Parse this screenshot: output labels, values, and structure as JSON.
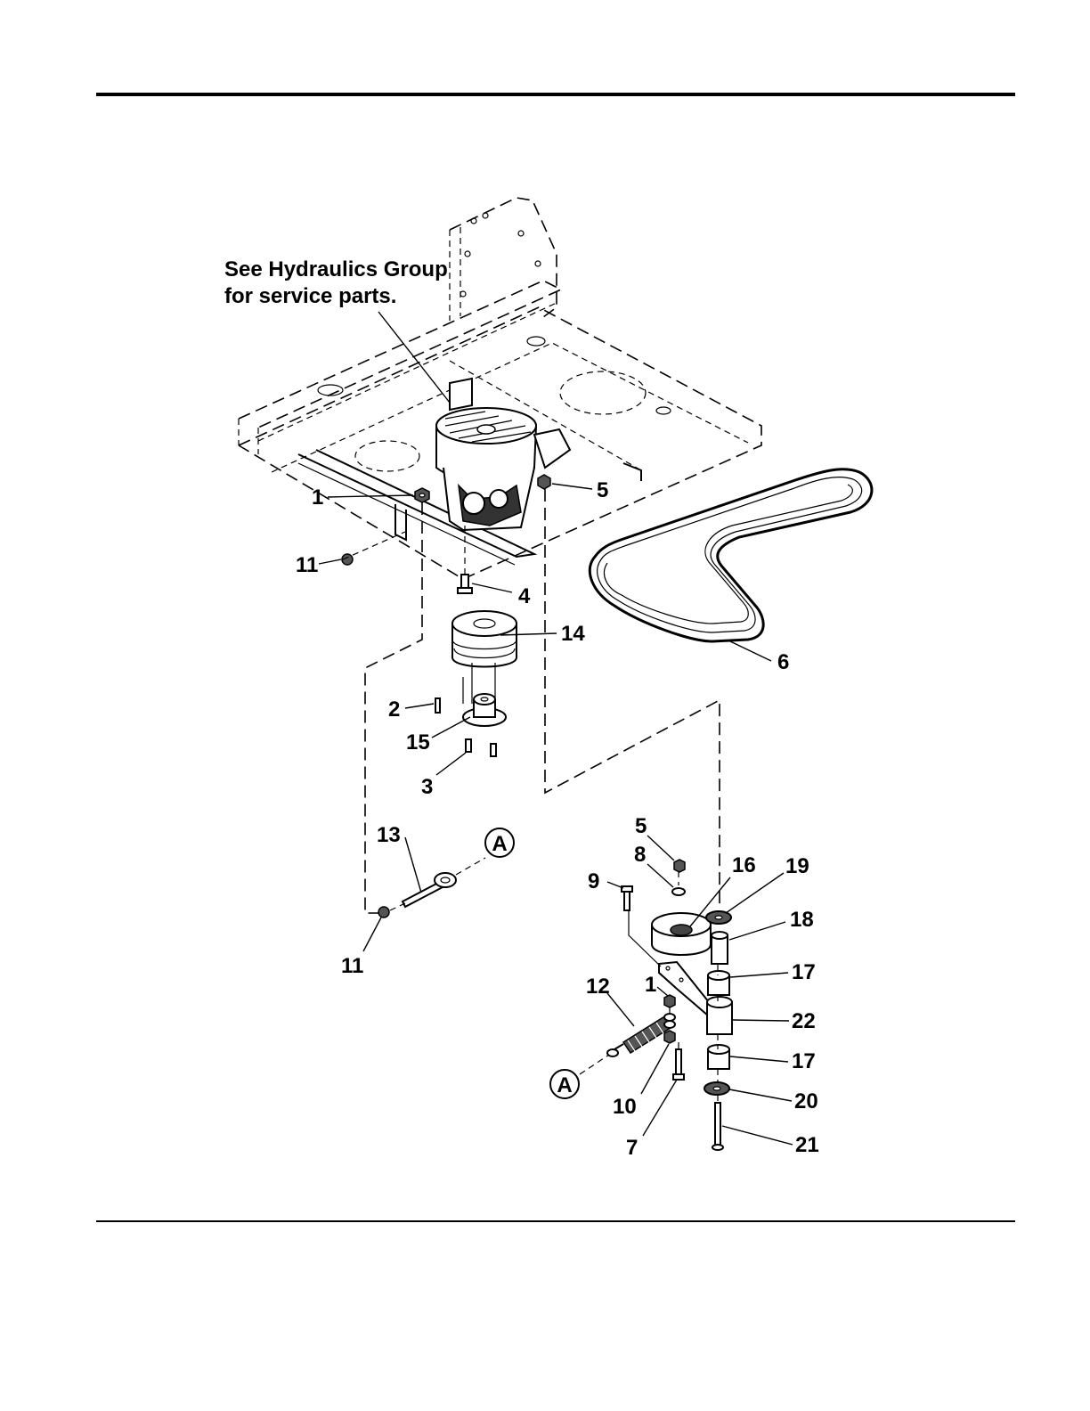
{
  "note": {
    "line1": "See Hydraulics Group",
    "line2": "for service parts."
  },
  "callouts": {
    "c1_top": "1",
    "c5_top": "5",
    "c11_top": "11",
    "c4": "4",
    "c14": "14",
    "c6": "6",
    "c2": "2",
    "c15": "15",
    "c3": "3",
    "c13": "13",
    "cA_top": "A",
    "c11_bottom": "11",
    "c5_bottom": "5",
    "c8": "8",
    "c9": "9",
    "c16": "16",
    "c19": "19",
    "c18": "18",
    "c17_top": "17",
    "c12": "12",
    "c1_bottom": "1",
    "c22": "22",
    "c17_bottom": "17",
    "cA_bottom": "A",
    "c10": "10",
    "c20": "20",
    "c7": "7",
    "c21": "21"
  }
}
